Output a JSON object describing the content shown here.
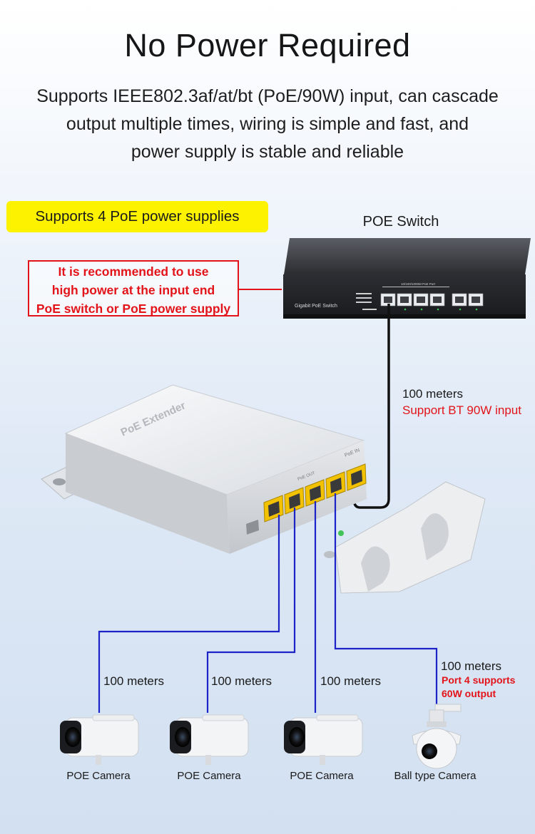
{
  "header": {
    "title": "No Power Required",
    "subtitle_lines": [
      "Supports IEEE802.3af/at/bt (PoE/90W) input, can cascade",
      "output multiple times, wiring is simple and fast, and",
      "power supply is stable and reliable"
    ]
  },
  "badge": {
    "text": "Supports 4 PoE power supplies"
  },
  "note": {
    "lines": [
      "It is recommended to use",
      "high power at the input end",
      "PoE switch or PoE power supply"
    ]
  },
  "switch": {
    "label": "POE Switch",
    "brand_text": "Gigabit PoE Switch",
    "port_text": "10/100/1000M PoE Port"
  },
  "extender": {
    "name": "PoE Extender",
    "port_in": "PoE IN",
    "port_out": "PoE OUT"
  },
  "uplink": {
    "distance": "100 meters",
    "note": "Support BT 90W input"
  },
  "links": [
    {
      "distance": "100 meters"
    },
    {
      "distance": "100 meters"
    },
    {
      "distance": "100 meters"
    },
    {
      "distance": "100 meters",
      "note_lines": [
        "Port 4 supports",
        "60W output"
      ]
    }
  ],
  "cameras": [
    {
      "label": "POE Camera",
      "icon": "bullet-camera-icon"
    },
    {
      "label": "POE Camera",
      "icon": "bullet-camera-icon"
    },
    {
      "label": "POE Camera",
      "icon": "bullet-camera-icon"
    },
    {
      "label": "Ball type Camera",
      "icon": "dome-camera-icon"
    }
  ],
  "colors": {
    "cable_black": "#111111",
    "cable_blue": "#1c24c8",
    "accent_red": "#e3131a",
    "badge_yellow": "#fdf200",
    "port_yellow": "#f2c200"
  }
}
